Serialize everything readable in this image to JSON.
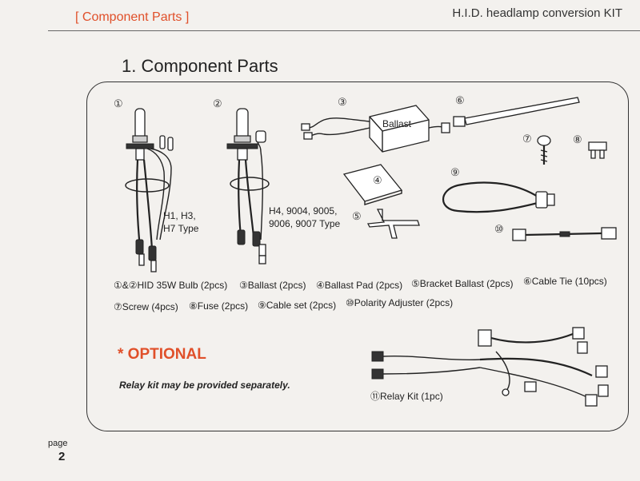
{
  "header": {
    "section_tag": "[ Component Parts ]",
    "kit_title": "H.I.D. headlamp conversion KIT"
  },
  "page_title": "1. Component Parts",
  "diagram": {
    "numbers": [
      "①",
      "②",
      "③",
      "④",
      "⑤",
      "⑥",
      "⑦",
      "⑧",
      "⑨",
      "⑩"
    ],
    "ballast_label": "Ballast",
    "bulb1_caption": [
      "H1, H3,",
      "H7 Type"
    ],
    "bulb2_caption": [
      "H4, 9004, 9005,",
      "9006, 9007 Type"
    ]
  },
  "parts_list": {
    "row1": [
      "①&②HID 35W  Bulb (2pcs)",
      "③Ballast (2pcs)",
      "④Ballast Pad (2pcs)",
      "⑤Bracket Ballast (2pcs)",
      "⑥Cable Tie (10pcs)"
    ],
    "row2": [
      "⑦Screw  (4pcs)",
      "⑧Fuse (2pcs)",
      "⑨Cable set (2pcs)",
      "⑩Polarity Adjuster (2pcs)"
    ]
  },
  "optional": {
    "heading": "* OPTIONAL",
    "note": "Relay kit may be provided separately.",
    "relay_caption": "⑪Relay Kit (1pc)"
  },
  "footer": {
    "page_label": "page",
    "page_number": "2"
  },
  "colors": {
    "accent": "#e0502a",
    "paper": "#f3f1ee"
  }
}
